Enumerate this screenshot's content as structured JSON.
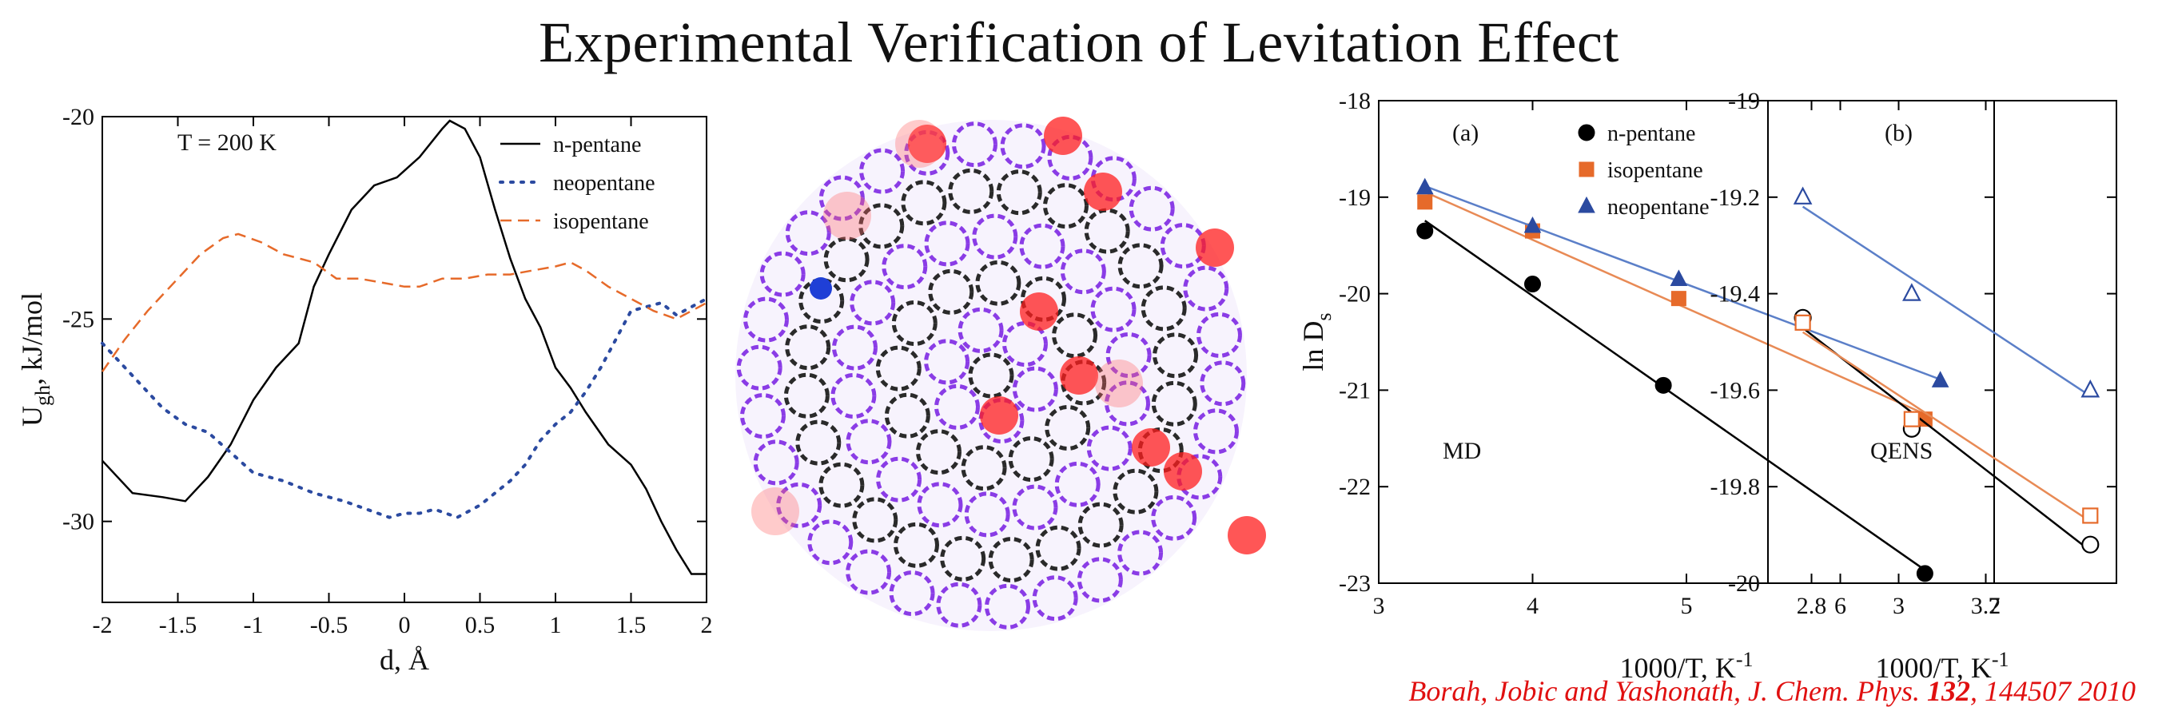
{
  "title": "Experimental Verification of Levitation Effect",
  "citation": {
    "prefix": "Borah, Jobic and Yashonath, J. Chem. Phys. ",
    "volume": "132",
    "suffix": ", 144507 2010"
  },
  "colors": {
    "black": "#000000",
    "blue": "#2b4aa0",
    "orange": "#e66a2a",
    "lineBlue": "#5b7fc8",
    "lineOrange": "#e88a55",
    "citation": "#e01010"
  },
  "chart_data": [
    {
      "type": "line",
      "annotation": "T = 200 K",
      "xlabel": "d, Å",
      "ylabel": "U",
      "ylabel_sub": "gh",
      "ylabel_rest": ", kJ/mol",
      "xlim": [
        -2,
        2
      ],
      "ylim": [
        -32,
        -20
      ],
      "xticks": [
        -2,
        -1.5,
        -1,
        -0.5,
        0,
        0.5,
        1,
        1.5,
        2
      ],
      "xtick_labels": [
        "-2",
        "-1.5",
        "-1",
        "-0.5",
        "0",
        "0.5",
        "1",
        "1.5",
        "2"
      ],
      "yticks": [
        -30,
        -25,
        -20
      ],
      "ytick_labels": [
        "-30",
        "-25",
        "-20"
      ],
      "legend_position": "top-right",
      "series": [
        {
          "name": "n-pentane",
          "style": "solid",
          "color": "#000000",
          "x": [
            -2,
            -1.8,
            -1.6,
            -1.45,
            -1.3,
            -1.15,
            -1.0,
            -0.85,
            -0.7,
            -0.6,
            -0.5,
            -0.35,
            -0.2,
            -0.05,
            0.1,
            0.25,
            0.3,
            0.4,
            0.5,
            0.6,
            0.7,
            0.8,
            0.9,
            1.0,
            1.1,
            1.2,
            1.35,
            1.5,
            1.6,
            1.7,
            1.8,
            1.9,
            2.0
          ],
          "y": [
            -28.5,
            -29.3,
            -29.4,
            -29.5,
            -28.9,
            -28.1,
            -27.0,
            -26.2,
            -25.6,
            -24.2,
            -23.4,
            -22.3,
            -21.7,
            -21.5,
            -21.0,
            -20.3,
            -20.1,
            -20.3,
            -21.0,
            -22.3,
            -23.5,
            -24.5,
            -25.2,
            -26.2,
            -26.7,
            -27.3,
            -28.1,
            -28.6,
            -29.2,
            -30.0,
            -30.7,
            -31.3,
            -31.3
          ]
        },
        {
          "name": "neopentane",
          "style": "dotted",
          "color": "#2b4aa0",
          "x": [
            -2,
            -1.8,
            -1.6,
            -1.45,
            -1.3,
            -1.15,
            -1.0,
            -0.8,
            -0.6,
            -0.4,
            -0.25,
            -0.1,
            0.0,
            0.1,
            0.2,
            0.35,
            0.5,
            0.6,
            0.7,
            0.8,
            0.9,
            1.0,
            1.1,
            1.2,
            1.3,
            1.4,
            1.5,
            1.6,
            1.7,
            1.8,
            2.0
          ],
          "y": [
            -25.6,
            -26.4,
            -27.2,
            -27.6,
            -27.8,
            -28.3,
            -28.8,
            -29.0,
            -29.3,
            -29.5,
            -29.7,
            -29.9,
            -29.8,
            -29.8,
            -29.7,
            -29.9,
            -29.6,
            -29.3,
            -29.0,
            -28.6,
            -28.0,
            -27.6,
            -27.3,
            -26.8,
            -26.2,
            -25.5,
            -24.8,
            -24.7,
            -24.6,
            -24.9,
            -24.5
          ]
        },
        {
          "name": "isopentane",
          "style": "dashed",
          "color": "#e66a2a",
          "x": [
            -2,
            -1.85,
            -1.7,
            -1.5,
            -1.35,
            -1.2,
            -1.1,
            -0.95,
            -0.8,
            -0.6,
            -0.45,
            -0.3,
            -0.15,
            0.0,
            0.1,
            0.25,
            0.4,
            0.55,
            0.7,
            0.85,
            1.0,
            1.1,
            1.2,
            1.35,
            1.5,
            1.65,
            1.8,
            2.0
          ],
          "y": [
            -26.3,
            -25.5,
            -24.8,
            -24.0,
            -23.4,
            -23.0,
            -22.9,
            -23.1,
            -23.4,
            -23.6,
            -24.0,
            -24.0,
            -24.1,
            -24.2,
            -24.2,
            -24.0,
            -24.0,
            -23.9,
            -23.9,
            -23.8,
            -23.7,
            -23.6,
            -23.8,
            -24.2,
            -24.5,
            -24.8,
            -25.0,
            -24.6
          ]
        }
      ]
    },
    {
      "type": "scatter",
      "panel_label": "(a)",
      "annotation": "MD",
      "xlabel": "1000/T, K",
      "xlabel_sup": "-1",
      "ylabel": "ln D",
      "ylabel_sub": "s",
      "xlim": [
        3,
        7
      ],
      "ylim": [
        -23,
        -18
      ],
      "xticks": [
        3,
        4,
        5,
        6,
        7
      ],
      "xtick_labels": [
        "3",
        "4",
        "5",
        "6",
        "7"
      ],
      "yticks": [
        -23,
        -22,
        -21,
        -20,
        -19,
        -18
      ],
      "ytick_labels": [
        "-23",
        "-22",
        "-21",
        "-20",
        "-19",
        "-18"
      ],
      "legend_position": "top-right",
      "series": [
        {
          "name": "n-pentane",
          "marker": "circle-filled",
          "color": "#000000",
          "line_color": "#000000",
          "x": [
            3.3,
            4.0,
            4.85,
            6.55
          ],
          "y": [
            -19.35,
            -19.9,
            -20.95,
            -22.9
          ]
        },
        {
          "name": "isopentane",
          "marker": "square-filled",
          "color": "#e66a2a",
          "line_color": "#e88a55",
          "x": [
            3.3,
            4.0,
            4.95,
            6.55
          ],
          "y": [
            -19.05,
            -19.35,
            -20.05,
            -21.3
          ]
        },
        {
          "name": "neopentane",
          "marker": "triangle-filled",
          "color": "#2b4aa0",
          "line_color": "#5b7fc8",
          "x": [
            3.3,
            4.0,
            4.95,
            6.65
          ],
          "y": [
            -18.9,
            -19.3,
            -19.85,
            -20.9
          ]
        }
      ]
    },
    {
      "type": "scatter",
      "panel_label": "(b)",
      "annotation": "QENS",
      "xlabel": "1000/T, K",
      "xlabel_sup": "-1",
      "xlim": [
        2.7,
        3.5
      ],
      "ylim": [
        -20,
        -19
      ],
      "xticks": [
        2.8,
        3.0,
        3.2
      ],
      "xtick_labels": [
        "2.8",
        "3",
        "3.2"
      ],
      "yticks": [
        -20,
        -19.8,
        -19.6,
        -19.4,
        -19.2,
        -19
      ],
      "ytick_labels": [
        "-20",
        "-19.8",
        "-19.6",
        "-19.4",
        "-19.2",
        "-19"
      ],
      "series": [
        {
          "name": "n-pentane",
          "marker": "circle-open",
          "color": "#000000",
          "line_color": "#000000",
          "x": [
            2.78,
            3.03,
            3.44
          ],
          "y": [
            -19.45,
            -19.68,
            -19.92
          ]
        },
        {
          "name": "isopentane",
          "marker": "square-open",
          "color": "#e66a2a",
          "line_color": "#e88a55",
          "x": [
            2.78,
            3.03,
            3.44
          ],
          "y": [
            -19.46,
            -19.66,
            -19.86
          ]
        },
        {
          "name": "neopentane",
          "marker": "triangle-open",
          "color": "#2b4aa0",
          "line_color": "#5b7fc8",
          "x": [
            2.78,
            3.03,
            3.44
          ],
          "y": [
            -19.2,
            -19.4,
            -19.6
          ]
        }
      ]
    }
  ]
}
